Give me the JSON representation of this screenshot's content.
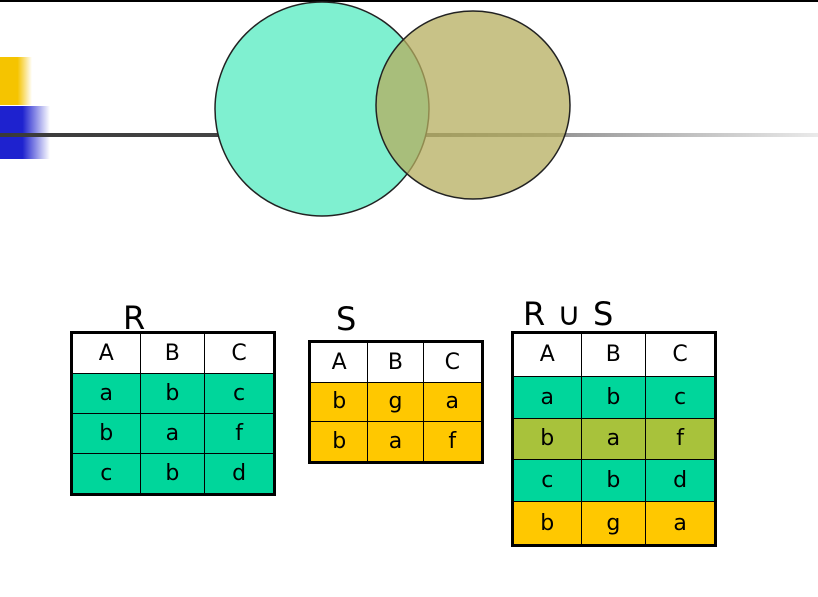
{
  "labels": {
    "r": "R",
    "s": "S",
    "union": "R ∪ S"
  },
  "colors": {
    "green": "#00d69b",
    "yellow": "#ffc800",
    "olive": "#a8c23b"
  },
  "tables": {
    "r": {
      "headers": [
        "A",
        "B",
        "C"
      ],
      "rows": [
        [
          "a",
          "b",
          "c"
        ],
        [
          "b",
          "a",
          "f"
        ],
        [
          "c",
          "b",
          "d"
        ]
      ],
      "row_colors": [
        "green",
        "green",
        "green"
      ]
    },
    "s": {
      "headers": [
        "A",
        "B",
        "C"
      ],
      "rows": [
        [
          "b",
          "g",
          "a"
        ],
        [
          "b",
          "a",
          "f"
        ]
      ],
      "row_colors": [
        "yellow",
        "yellow"
      ]
    },
    "union": {
      "headers": [
        "A",
        "B",
        "C"
      ],
      "rows": [
        [
          "a",
          "b",
          "c"
        ],
        [
          "b",
          "a",
          "f"
        ],
        [
          "c",
          "b",
          "d"
        ],
        [
          "b",
          "g",
          "a"
        ]
      ],
      "row_colors": [
        "green",
        "olive",
        "green",
        "yellow"
      ]
    }
  }
}
